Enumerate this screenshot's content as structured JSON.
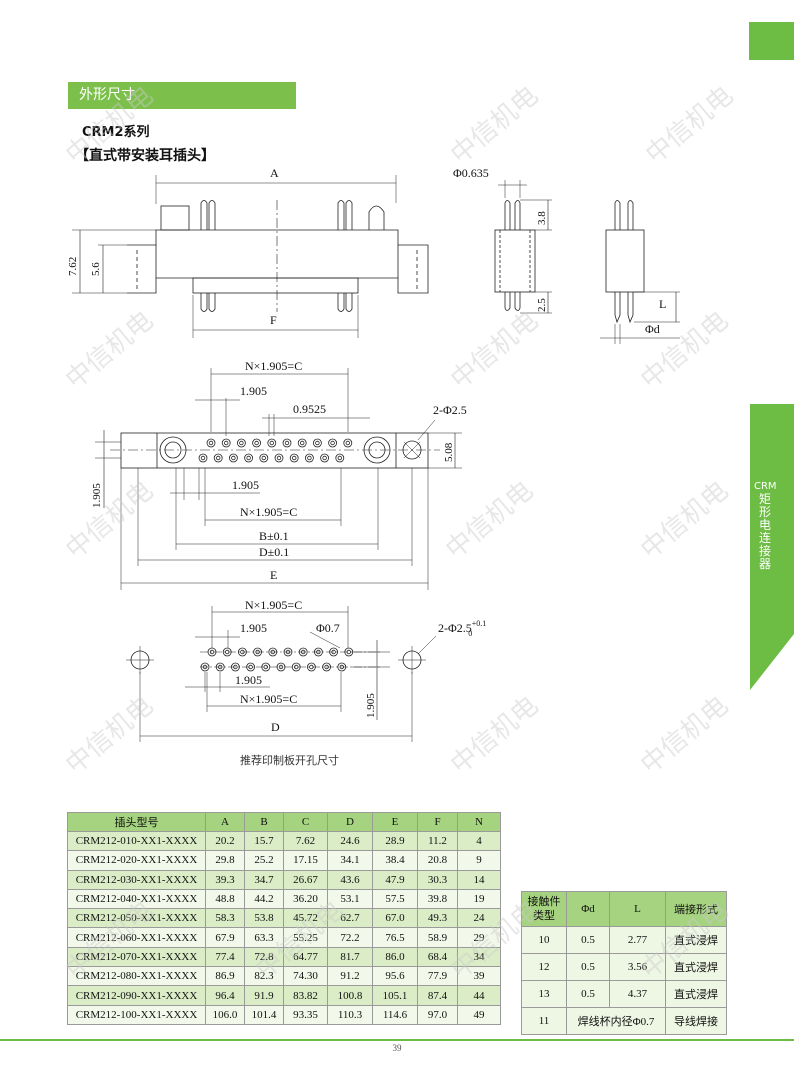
{
  "section_title": "外形尺寸",
  "series_title": "CRM2系列",
  "series_subtitle": "【直式带安装耳插头】",
  "side_tab_chars": [
    "CRM",
    "矩",
    "形",
    "电",
    "连",
    "接",
    "器"
  ],
  "watermark_text": "中信机电",
  "drawing_labels": {
    "A": "A",
    "F": "F",
    "h762": "7.62",
    "h56": "5.6",
    "pin_dia": "Φ0.635",
    "d38": "3.8",
    "d25": "2.5",
    "L": "L",
    "phi_d": "Φd",
    "nxc": "N×1.905=C",
    "p1905": "1.905",
    "p09525": "0.9525",
    "holes": "2-Φ2.5",
    "h508": "5.08",
    "v1905": "1.905",
    "B": "B±0.1",
    "D01": "D±0.1",
    "E": "E",
    "phi07": "Φ0.7",
    "holes2": "2-Φ2.5",
    "tol_up": "+0.1",
    "tol_low": "0",
    "D": "D"
  },
  "pcb_caption": "推荐印制板开孔尺寸",
  "main_table": {
    "headers": [
      "插头型号",
      "A",
      "B",
      "C",
      "D",
      "E",
      "F",
      "N"
    ],
    "rows": [
      [
        "CRM212-010-XX1-XXXX",
        "20.2",
        "15.7",
        "7.62",
        "24.6",
        "28.9",
        "11.2",
        "4"
      ],
      [
        "CRM212-020-XX1-XXXX",
        "29.8",
        "25.2",
        "17.15",
        "34.1",
        "38.4",
        "20.8",
        "9"
      ],
      [
        "CRM212-030-XX1-XXXX",
        "39.3",
        "34.7",
        "26.67",
        "43.6",
        "47.9",
        "30.3",
        "14"
      ],
      [
        "CRM212-040-XX1-XXXX",
        "48.8",
        "44.2",
        "36.20",
        "53.1",
        "57.5",
        "39.8",
        "19"
      ],
      [
        "CRM212-050-XX1-XXXX",
        "58.3",
        "53.8",
        "45.72",
        "62.7",
        "67.0",
        "49.3",
        "24"
      ],
      [
        "CRM212-060-XX1-XXXX",
        "67.9",
        "63.3",
        "55.25",
        "72.2",
        "76.5",
        "58.9",
        "29"
      ],
      [
        "CRM212-070-XX1-XXXX",
        "77.4",
        "72.8",
        "64.77",
        "81.7",
        "86.0",
        "68.4",
        "34"
      ],
      [
        "CRM212-080-XX1-XXXX",
        "86.9",
        "82.3",
        "74.30",
        "91.2",
        "95.6",
        "77.9",
        "39"
      ],
      [
        "CRM212-090-XX1-XXXX",
        "96.4",
        "91.9",
        "83.82",
        "100.8",
        "105.1",
        "87.4",
        "44"
      ],
      [
        "CRM212-100-XX1-XXXX",
        "106.0",
        "101.4",
        "93.35",
        "110.3",
        "114.6",
        "97.0",
        "49"
      ]
    ]
  },
  "contact_table": {
    "headers": [
      "接触件\n类型",
      "Φd",
      "L",
      "端接形式"
    ],
    "rows": [
      [
        "10",
        "0.5",
        "2.77",
        "直式浸焊"
      ],
      [
        "12",
        "0.5",
        "3.56",
        "直式浸焊"
      ],
      [
        "13",
        "0.5",
        "4.37",
        "直式浸焊"
      ]
    ],
    "last_row": {
      "type": "11",
      "merged": "焊线杯内径Φ0.7",
      "termination": "导线焊接"
    }
  },
  "page_number": "39",
  "colors": {
    "accent": "#6dbd45",
    "header_green": "#a6d37f",
    "row_green": "#dbedc7"
  }
}
